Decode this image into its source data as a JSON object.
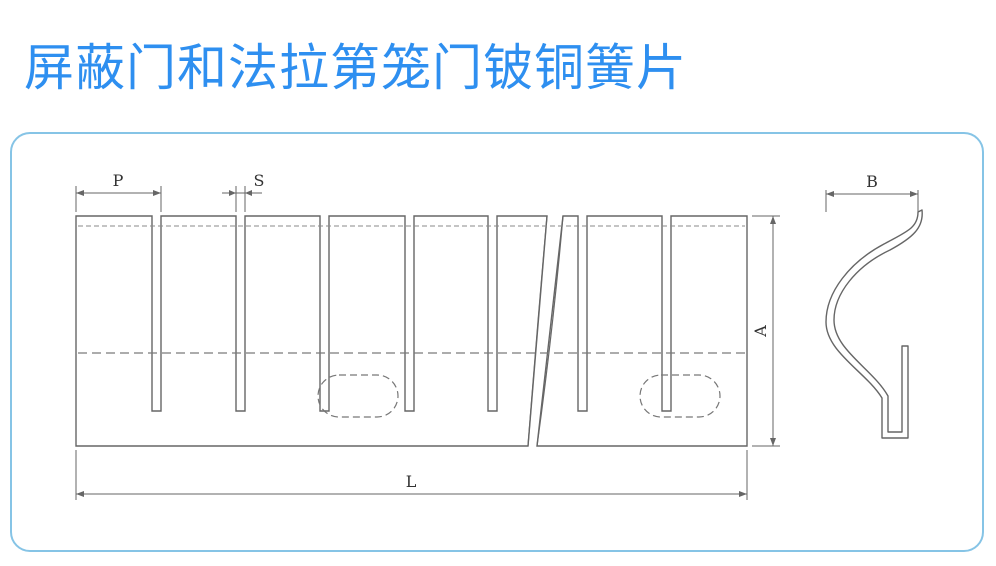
{
  "title": "屏蔽门和法拉第笼门铍铜簧片",
  "drawing": {
    "labels": {
      "pitch": "P",
      "slot_width": "S",
      "height": "A",
      "length": "L",
      "profile_width": "B"
    }
  },
  "colors": {
    "title": "#2e8ff0",
    "panel_border": "#86c4e6",
    "line": "#666666"
  }
}
